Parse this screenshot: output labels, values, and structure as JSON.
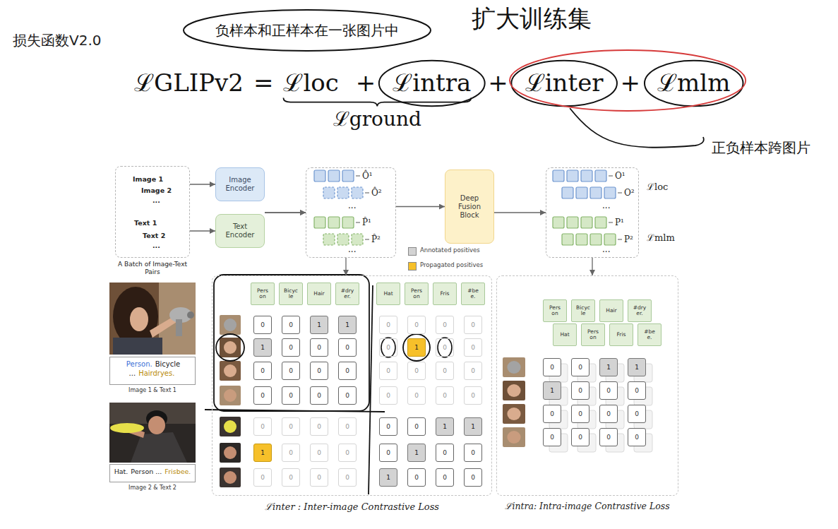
{
  "diagram": {
    "title": "损失函数V2.0",
    "nodes": [
      {
        "text": [
          "负样本和正样本在一张图片中"
        ]
      },
      {
        "text": [
          "Image 1",
          "Image 2",
          "...",
          "Text 1",
          "Text 2",
          "...",
          "A Batch of Image-Text Pairs"
        ]
      },
      {
        "text": [
          "Image Encoder"
        ]
      },
      {
        "text": [
          "Text Encoder"
        ]
      },
      {
        "text": [
          "Ô¹",
          "Ô²",
          "...",
          "P̂¹",
          "P̂²",
          "..."
        ]
      },
      {
        "text": [
          "Deep Fusion Block"
        ]
      },
      {
        "text": [
          "O¹",
          "O²",
          "...",
          "P¹",
          "P²",
          "..."
        ]
      },
      {
        "text": [
          "ℒinter : Inter-image Contrastive Loss"
        ]
      },
      {
        "text": [
          "ℒintra: Intra-image Contrastive Loss"
        ]
      },
      {
        "text": [
          "Person.",
          "Bicycle ...",
          "Hairdryes.",
          "Image 1 & Text 1"
        ]
      },
      {
        "text": [
          "Hat.",
          "Person ...",
          "Frisbee.",
          "Image 2 & Text 2"
        ]
      }
    ],
    "edges": [
      {
        "from": 1,
        "to": 2,
        "arrow": "to"
      },
      {
        "from": 1,
        "to": 3,
        "arrow": "to"
      },
      {
        "from": 2,
        "to": 4,
        "arrow": "to"
      },
      {
        "from": 3,
        "to": 4,
        "arrow": "to"
      },
      {
        "from": 4,
        "to": 5,
        "arrow": "to"
      },
      {
        "from": 5,
        "to": 6,
        "arrow": "to"
      },
      {
        "from": 4,
        "to": 7,
        "arrow": "to"
      },
      {
        "from": 6,
        "to": 8,
        "arrow": "to"
      }
    ],
    "labels": [
      "ℒGLIPv2",
      "=",
      "ℒloc",
      "+",
      "ℒintra",
      "+",
      "ℒinter",
      "+",
      "ℒmlm",
      "ℒground",
      "扩大训练集",
      "正负样本跨图片",
      "ℒloc",
      "ℒmlm",
      "Pers on",
      "Bicyc le",
      "Hair",
      "#dry er.",
      "Hat",
      "Pers on",
      "Fris",
      "#be e.",
      "0",
      "0",
      "1",
      "1",
      "0",
      "0",
      "0",
      "0",
      "1",
      "0",
      "0",
      "0",
      "0",
      "1",
      "0",
      "0",
      "0",
      "0",
      "0",
      "0",
      "0",
      "0",
      "0",
      "0",
      "0",
      "0",
      "0",
      "0",
      "0",
      "0",
      "0",
      "0",
      "0",
      "0",
      "0",
      "0",
      "0",
      "0",
      "1",
      "1",
      "1",
      "0",
      "0",
      "0",
      "0",
      "1",
      "0",
      "0",
      "0",
      "0",
      "0",
      "0",
      "1",
      "0",
      "0",
      "0",
      "Pers on",
      "Bicyc le",
      "Hair",
      "#dry er.",
      "Hat",
      "Pers on",
      "Fris",
      "#be e.",
      "0",
      "0",
      "1",
      "1",
      "1",
      "0",
      "0",
      "0",
      "0",
      "0",
      "0",
      "0",
      "0",
      "0",
      "0",
      "0"
    ],
    "legend": [
      {
        "text": "Annotated positives",
        "color": "#d3d3d3"
      },
      {
        "text": "Propagated positives",
        "color": "#f6c02a"
      }
    ]
  }
}
